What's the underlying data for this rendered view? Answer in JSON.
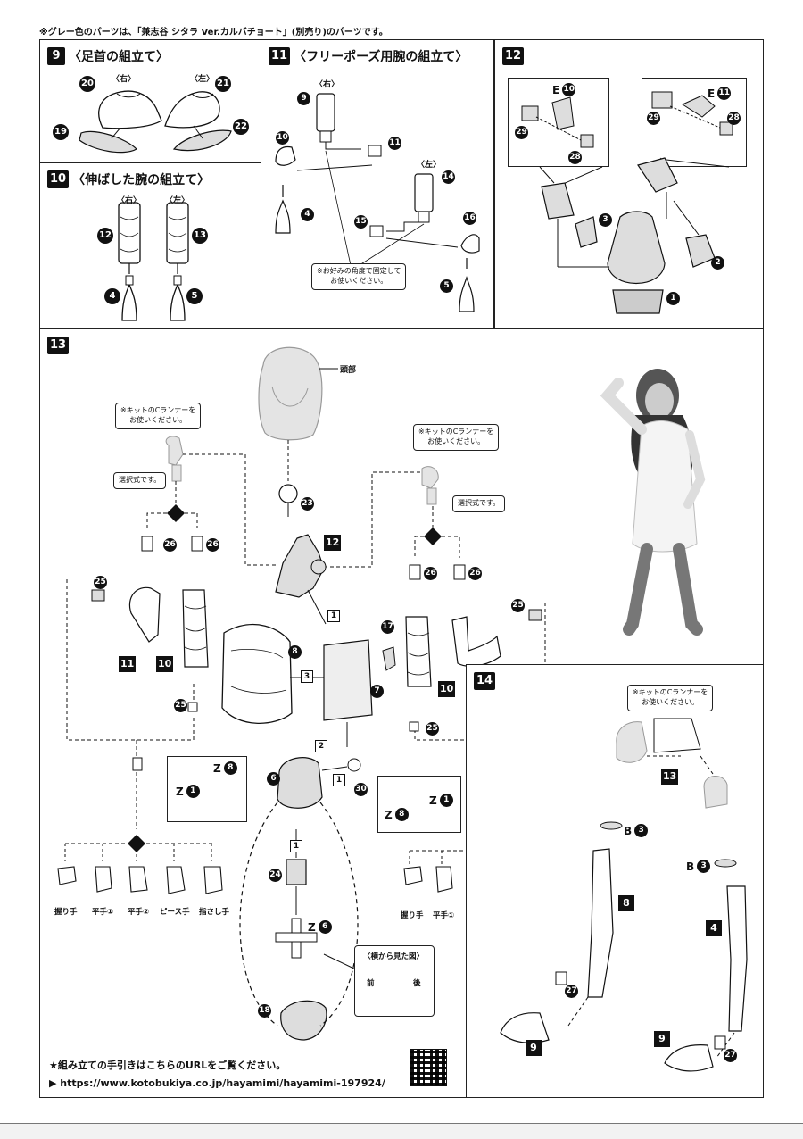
{
  "top_note": "※グレー色のパーツは、「兼志谷 シタラ Ver.カルバチョート」(別売り)のパーツです。",
  "step9": {
    "num": "9",
    "title": "〈足首の組立て〉",
    "right_label": "〈右〉",
    "left_label": "〈左〉",
    "parts": [
      "20",
      "21",
      "19",
      "22"
    ]
  },
  "step10": {
    "num": "10",
    "title": "〈伸ばした腕の組立て〉",
    "right_label": "〈右〉",
    "left_label": "〈左〉",
    "parts": [
      "12",
      "13",
      "4",
      "5"
    ]
  },
  "step11": {
    "num": "11",
    "title": "〈フリーポーズ用腕の組立て〉",
    "right_label": "〈右〉",
    "left_label": "〈左〉",
    "parts": [
      "9",
      "10",
      "11",
      "4",
      "14",
      "15",
      "16",
      "5"
    ],
    "note": "※お好みの角度で固定して\nお使いください。"
  },
  "step12": {
    "num": "12",
    "parts": [
      "10",
      "29",
      "28",
      "11",
      "29",
      "28",
      "3",
      "2",
      "1"
    ],
    "runner": "E"
  },
  "step13": {
    "num": "13",
    "head_label": "頭部",
    "runner_note": "※キットのCランナーを\nお使いください。",
    "select_note": "選択式です。",
    "parts": [
      "23",
      "26",
      "25",
      "8",
      "7",
      "17",
      "30",
      "6",
      "24",
      "18",
      "12",
      "11",
      "10"
    ],
    "box_nums": [
      "1",
      "3",
      "2",
      "1",
      "1"
    ],
    "z_items": [
      [
        "Z",
        "8"
      ],
      [
        "Z",
        "1"
      ],
      [
        "Z",
        "6"
      ]
    ],
    "hands": [
      "握り手",
      "平手①",
      "平手②",
      "ピース手",
      "指さし手"
    ],
    "side_view_title": "〈横から見た図〉",
    "front": "前",
    "back": "後"
  },
  "step14": {
    "num": "14",
    "runner_note": "※キットのCランナーを\nお使いください。",
    "parts": [
      "13",
      "8",
      "4",
      "9",
      "9",
      "27",
      "27"
    ],
    "b_items": [
      [
        "B",
        "3"
      ],
      [
        "B",
        "3"
      ]
    ]
  },
  "footer": {
    "guide": "★組み立ての手引きはこちらのURLをご覧ください。",
    "url": "▶  https://www.kotobukiya.co.jp/hayamimi/hayamimi-197924/"
  },
  "colors": {
    "ink": "#111111",
    "part_gray": "#d9d9d9",
    "panel_border": "#222222"
  }
}
